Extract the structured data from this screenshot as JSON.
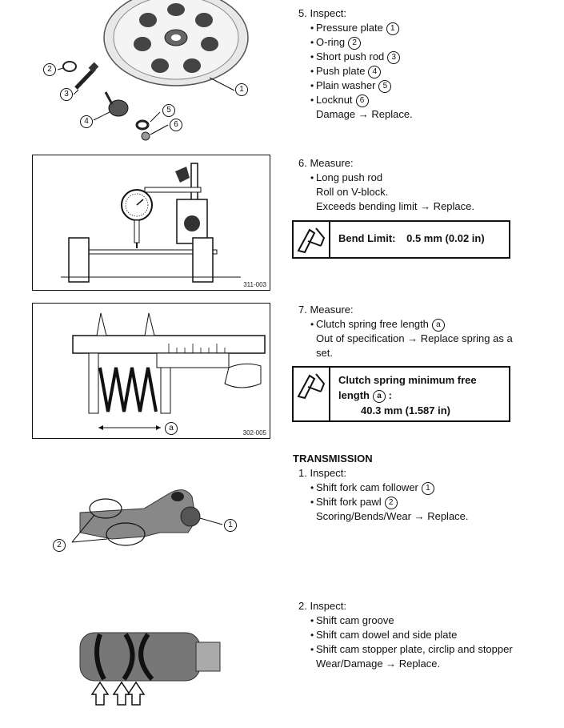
{
  "step5": {
    "title": "5. Inspect:",
    "items": [
      {
        "label": "Pressure plate",
        "ref": "1"
      },
      {
        "label": "O-ring",
        "ref": "2"
      },
      {
        "label": "Short push rod",
        "ref": "3"
      },
      {
        "label": "Push plate",
        "ref": "4"
      },
      {
        "label": "Plain washer",
        "ref": "5"
      },
      {
        "label": "Locknut",
        "ref": "6"
      }
    ],
    "note": "Damage → Replace."
  },
  "step6": {
    "title": "6. Measure:",
    "item": "Long push rod",
    "line1": "Roll on V-block.",
    "line2": "Exceeds bending limit → Replace.",
    "spec_label": "Bend Limit:",
    "spec_value": "0.5 mm (0.02 in)"
  },
  "step7": {
    "title": "7. Measure:",
    "item": "Clutch spring free length",
    "item_ref": "a",
    "line1": "Out of specification → Replace spring as a",
    "line2": "set.",
    "spec_line1": "Clutch spring minimum free",
    "spec_line2": "length",
    "spec_ref": "a",
    "spec_value": "40.3 mm (1.587 in)"
  },
  "transmission": {
    "heading": "TRANSMISSION",
    "step1": {
      "title": "1. Inspect:",
      "items": [
        {
          "label": "Shift fork cam follower",
          "ref": "1"
        },
        {
          "label": "Shift fork pawl",
          "ref": "2"
        }
      ],
      "note": "Scoring/Bends/Wear → Replace."
    },
    "step2": {
      "title": "2. Inspect:",
      "items": [
        {
          "label": "Shift cam groove"
        },
        {
          "label": "Shift cam dowel and side plate"
        },
        {
          "label": "Shift cam stopper plate, circlip and stopper"
        }
      ],
      "note": "Wear/Damage → Replace."
    }
  },
  "figures": {
    "fig1_callouts": [
      "1",
      "2",
      "3",
      "4",
      "5",
      "6"
    ],
    "fig2_code": "311-003",
    "fig3_code": "302-005",
    "fig3_callout": "a",
    "fig4_callouts": [
      "1",
      "2"
    ]
  }
}
